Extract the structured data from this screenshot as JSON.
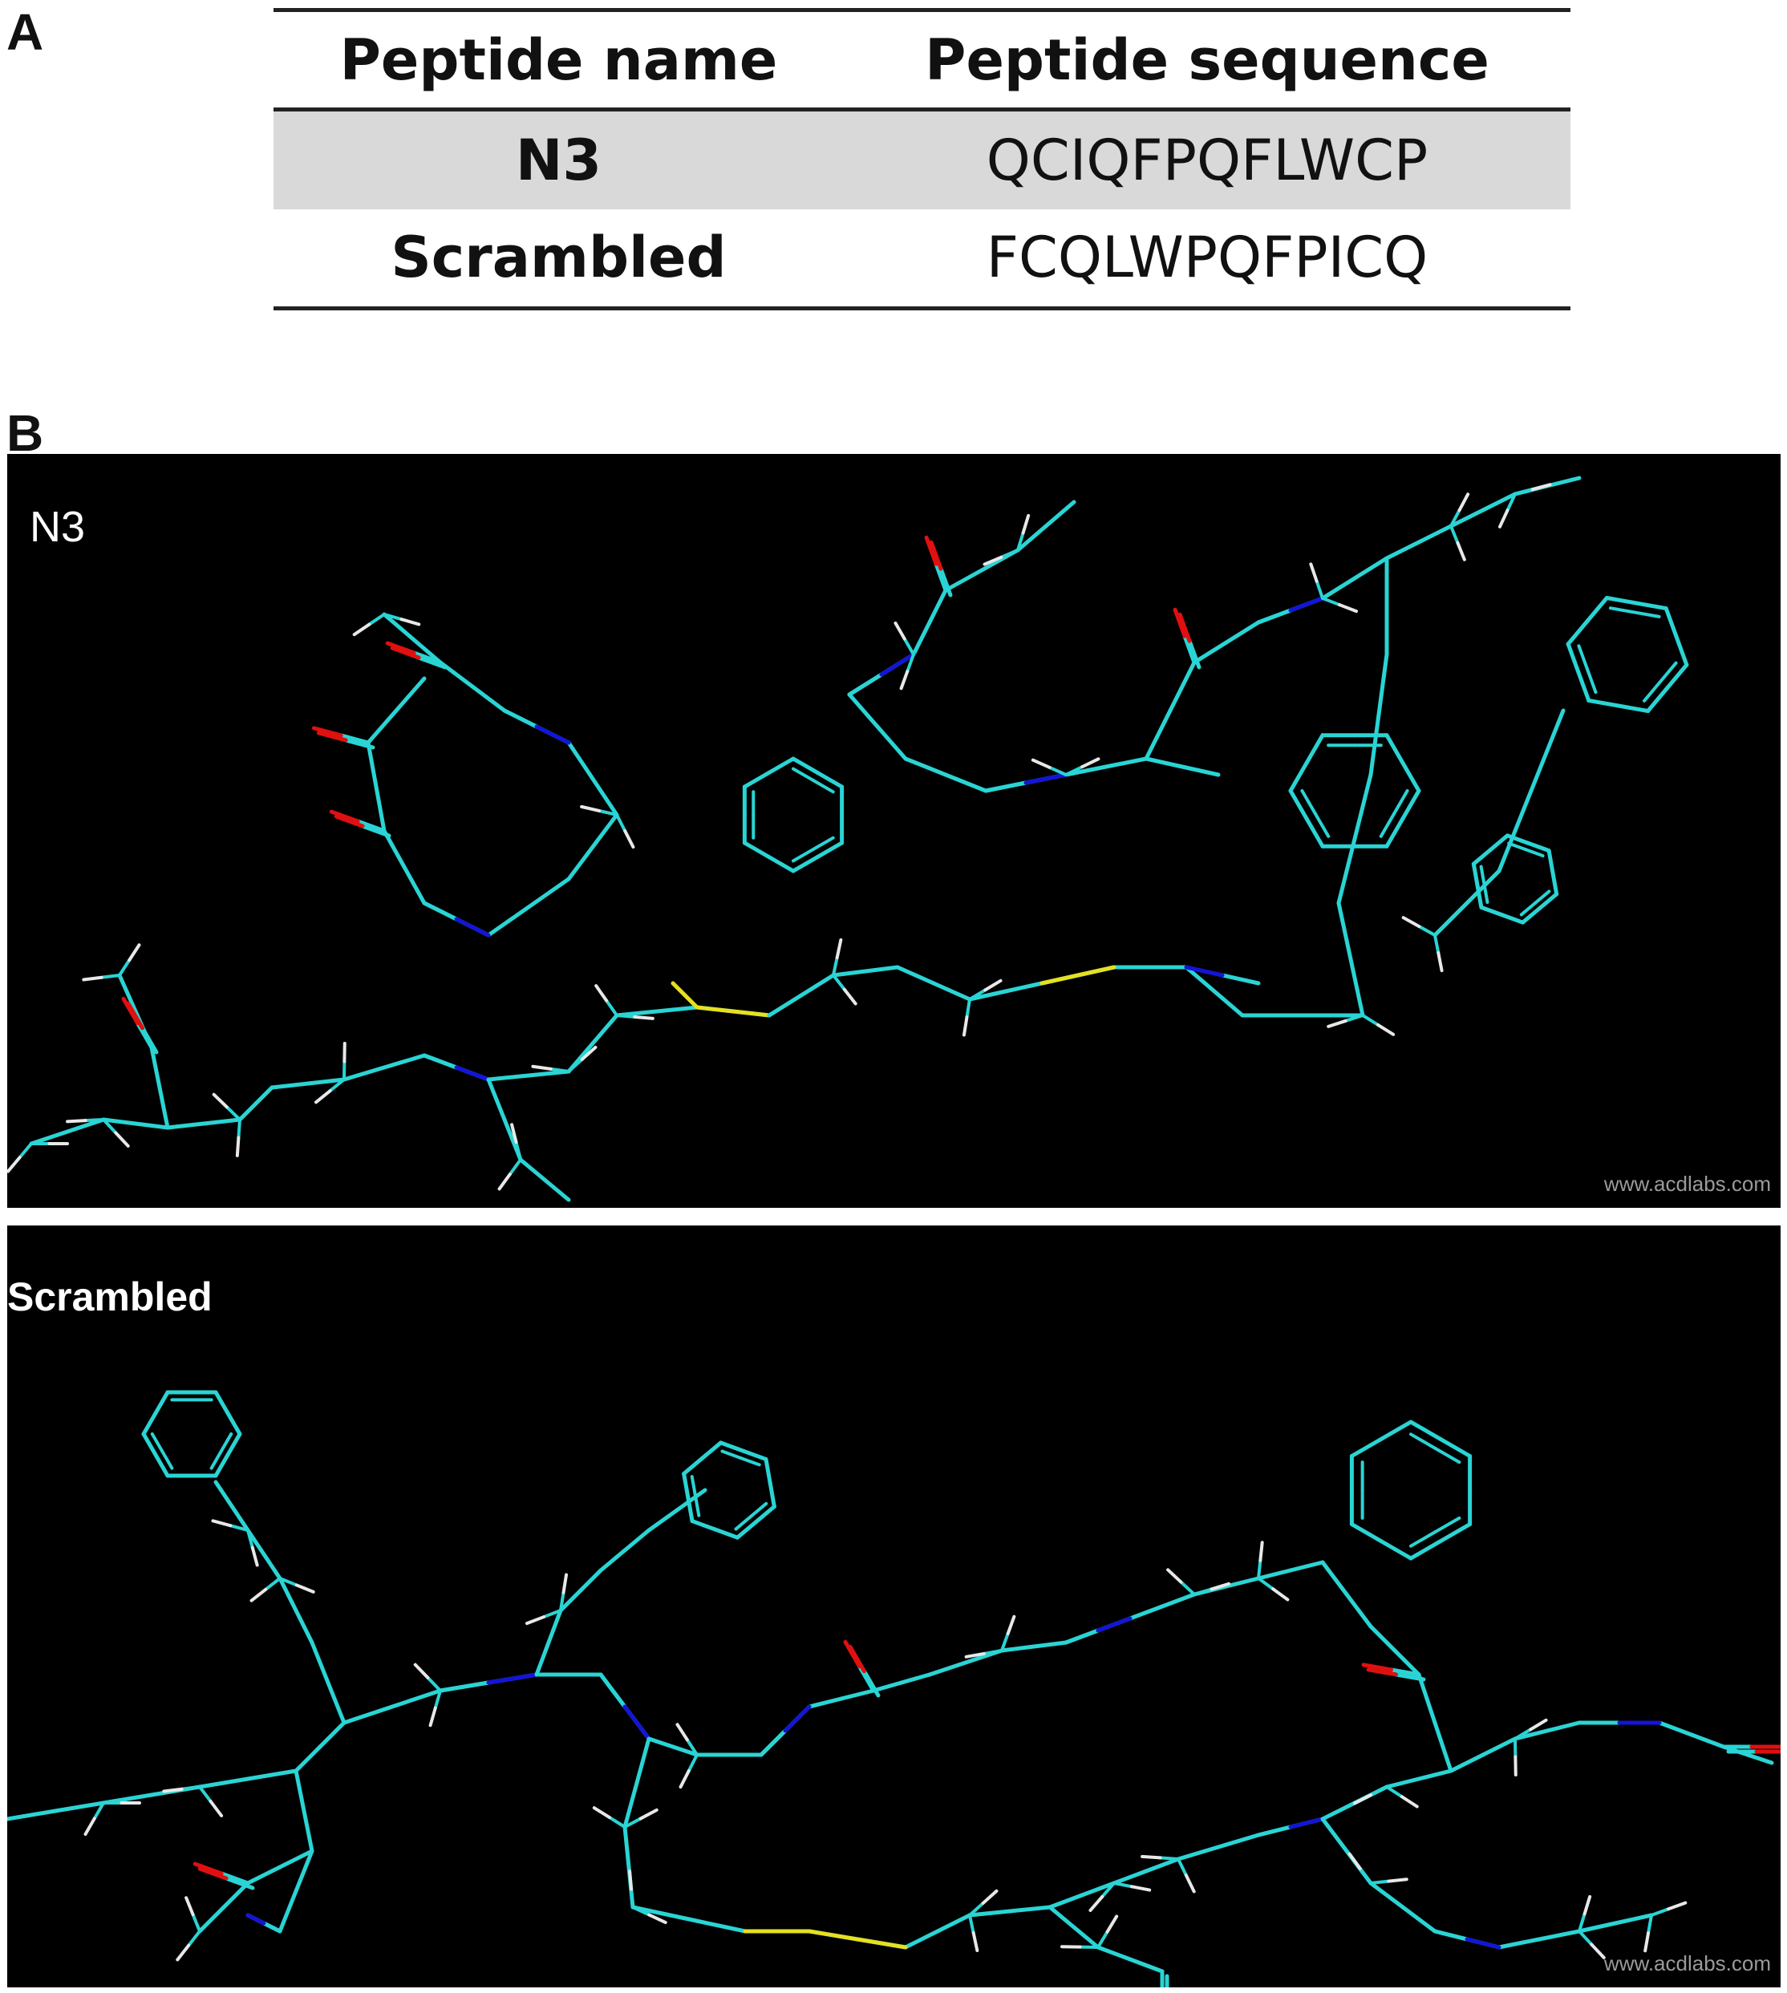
{
  "panels": {
    "a_label": "A",
    "b_label": "B"
  },
  "table": {
    "headers": [
      "Peptide name",
      "Peptide sequence"
    ],
    "rows": [
      {
        "name": "N3",
        "sequence": "QCIQFPQFLWCP"
      },
      {
        "name": "Scrambled",
        "sequence": "FCQLWPQFPICQ"
      }
    ]
  },
  "structures": [
    {
      "label": "N3",
      "watermark": "www.acdlabs.com"
    },
    {
      "label": "Scrambled",
      "watermark": "www.acdlabs.com"
    }
  ],
  "colors": {
    "carbon": "#2ad4d4",
    "nitrogen": "#1414d8",
    "oxygen": "#e01010",
    "hydrogen": "#e8e8e8",
    "sulfur": "#e6e020",
    "background": "#000000"
  }
}
